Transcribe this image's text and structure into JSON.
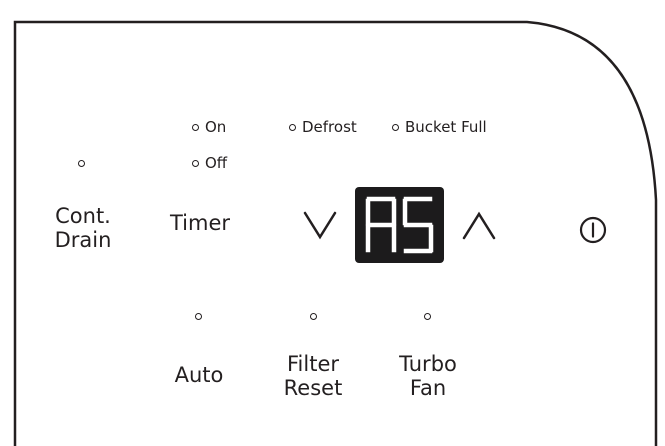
{
  "indicators": {
    "timer_on": "On",
    "timer_off": "Off",
    "defrost": "Defrost",
    "bucket_full": "Bucket Full"
  },
  "buttons": {
    "cont_drain": [
      "Cont.",
      "Drain"
    ],
    "timer": "Timer",
    "auto": "Auto",
    "filter_reset": [
      "Filter",
      "Reset"
    ],
    "turbo_fan": [
      "Turbo",
      "Fan"
    ]
  },
  "display": {
    "value": "AS",
    "background": "#1c1b1c",
    "segment_color": "#ffffff"
  },
  "icons": {
    "down": "chevron-down-icon",
    "up": "chevron-up-icon",
    "power": "power-icon"
  },
  "colors": {
    "ink": "#231f20",
    "panel": "#ffffff"
  }
}
